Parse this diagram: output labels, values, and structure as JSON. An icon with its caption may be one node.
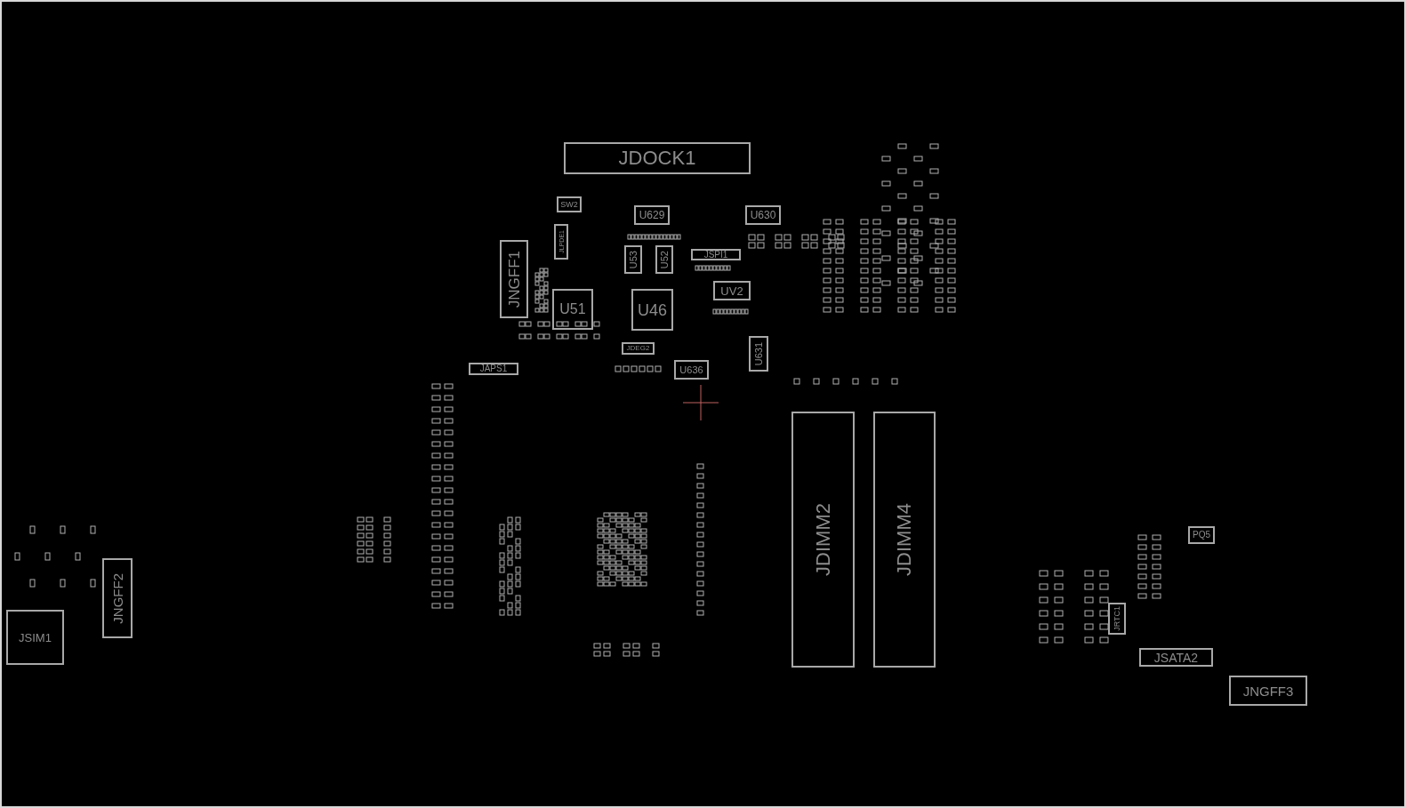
{
  "diagram": {
    "nodes": [
      {
        "text": [
          "JDOCK1"
        ]
      },
      {
        "text": [
          "SW2"
        ]
      },
      {
        "text": [
          "U629"
        ]
      },
      {
        "text": [
          "U630"
        ]
      },
      {
        "text": [
          "JLPDE1"
        ]
      },
      {
        "text": [
          "U53"
        ]
      },
      {
        "text": [
          "U52"
        ]
      },
      {
        "text": [
          "JSPI1"
        ]
      },
      {
        "text": [
          "JNGFF1"
        ]
      },
      {
        "text": [
          "UV2"
        ]
      },
      {
        "text": [
          "U51"
        ]
      },
      {
        "text": [
          "U46"
        ]
      },
      {
        "text": [
          "U631"
        ]
      },
      {
        "text": [
          "JDEG2"
        ]
      },
      {
        "text": [
          "JAPS1"
        ]
      },
      {
        "text": [
          "U636"
        ]
      },
      {
        "text": [
          "JDIMM2"
        ]
      },
      {
        "text": [
          "JDIMM4"
        ]
      },
      {
        "text": [
          "PQ5"
        ]
      },
      {
        "text": [
          "JNGFF2"
        ]
      },
      {
        "text": [
          "JRTC1"
        ]
      },
      {
        "text": [
          "JSIM1"
        ]
      },
      {
        "text": [
          "JSATA2"
        ]
      },
      {
        "text": [
          "JNGFF3"
        ]
      }
    ]
  }
}
